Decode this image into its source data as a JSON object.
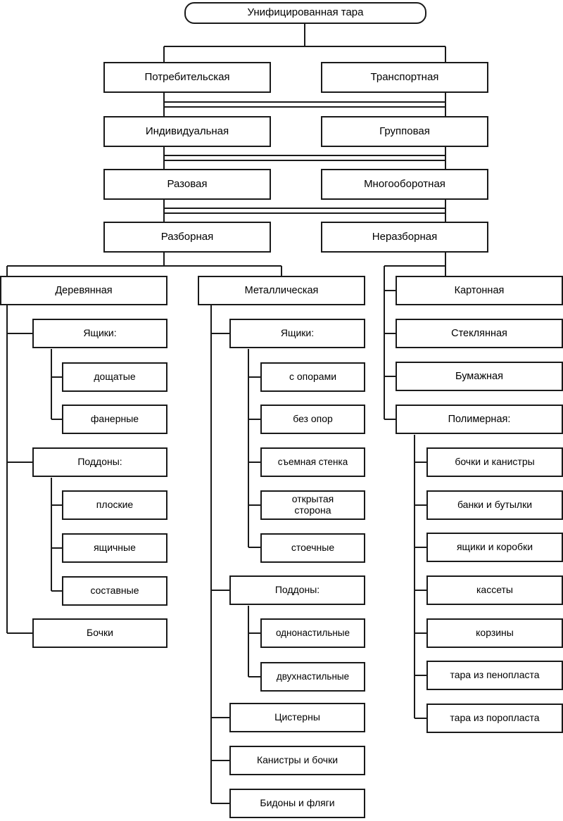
{
  "diagram": {
    "title": "Унифицированная тара",
    "language": "ru",
    "colors": {
      "box_border": "#1a1a1a",
      "box_fill": "#ffffff",
      "connector": "#1a1a1a",
      "text": "#000000",
      "background": "#ffffff"
    },
    "root": {
      "label": "Унифицированная тара"
    },
    "level2": [
      {
        "label": "Потребительская"
      },
      {
        "label": "Транспортная"
      }
    ],
    "level3": [
      {
        "label": "Индивидуальная"
      },
      {
        "label": "Групповая"
      }
    ],
    "level4": [
      {
        "label": "Разовая"
      },
      {
        "label": "Многооборотная"
      }
    ],
    "level5": [
      {
        "label": "Разборная"
      },
      {
        "label": "Неразборная"
      }
    ],
    "materials": [
      {
        "label": "Деревянная"
      },
      {
        "label": "Металлическая"
      },
      {
        "label": "Картонная"
      }
    ],
    "wooden": {
      "parent": "Деревянная",
      "groups": [
        {
          "label": "Ящики:",
          "children": [
            {
              "label": "дощатые"
            },
            {
              "label": "фанерные"
            }
          ]
        },
        {
          "label": "Поддоны:",
          "children": [
            {
              "label": "плоские"
            },
            {
              "label": "ящичные"
            },
            {
              "label": "составные"
            }
          ]
        },
        {
          "label": "Бочки",
          "children": []
        }
      ]
    },
    "metal": {
      "parent": "Металлическая",
      "groups": [
        {
          "label": "Ящики:",
          "children": [
            {
              "label": "с опорами"
            },
            {
              "label": "без опор"
            },
            {
              "label": "съемная стенка"
            },
            {
              "label": "открытая\nсторона"
            },
            {
              "label": "стоечные"
            }
          ]
        },
        {
          "label": "Поддоны:",
          "children": [
            {
              "label": "однонастильные"
            },
            {
              "label": "двухнастильные"
            }
          ]
        },
        {
          "label": "Цистерны",
          "children": []
        },
        {
          "label": "Канистры и бочки",
          "children": []
        },
        {
          "label": "Бидоны и фляги",
          "children": []
        }
      ]
    },
    "other_materials": {
      "siblings": [
        {
          "label": "Картонная"
        },
        {
          "label": "Стеклянная"
        },
        {
          "label": "Бумажная"
        },
        {
          "label": "Полимерная:"
        }
      ],
      "polymer_children": [
        {
          "label": "бочки и канистры"
        },
        {
          "label": "банки и бутылки"
        },
        {
          "label": "ящики и коробки"
        },
        {
          "label": "кассеты"
        },
        {
          "label": "корзины"
        },
        {
          "label": "тара из пенопласта"
        },
        {
          "label": "тара из поропласта"
        }
      ]
    }
  }
}
